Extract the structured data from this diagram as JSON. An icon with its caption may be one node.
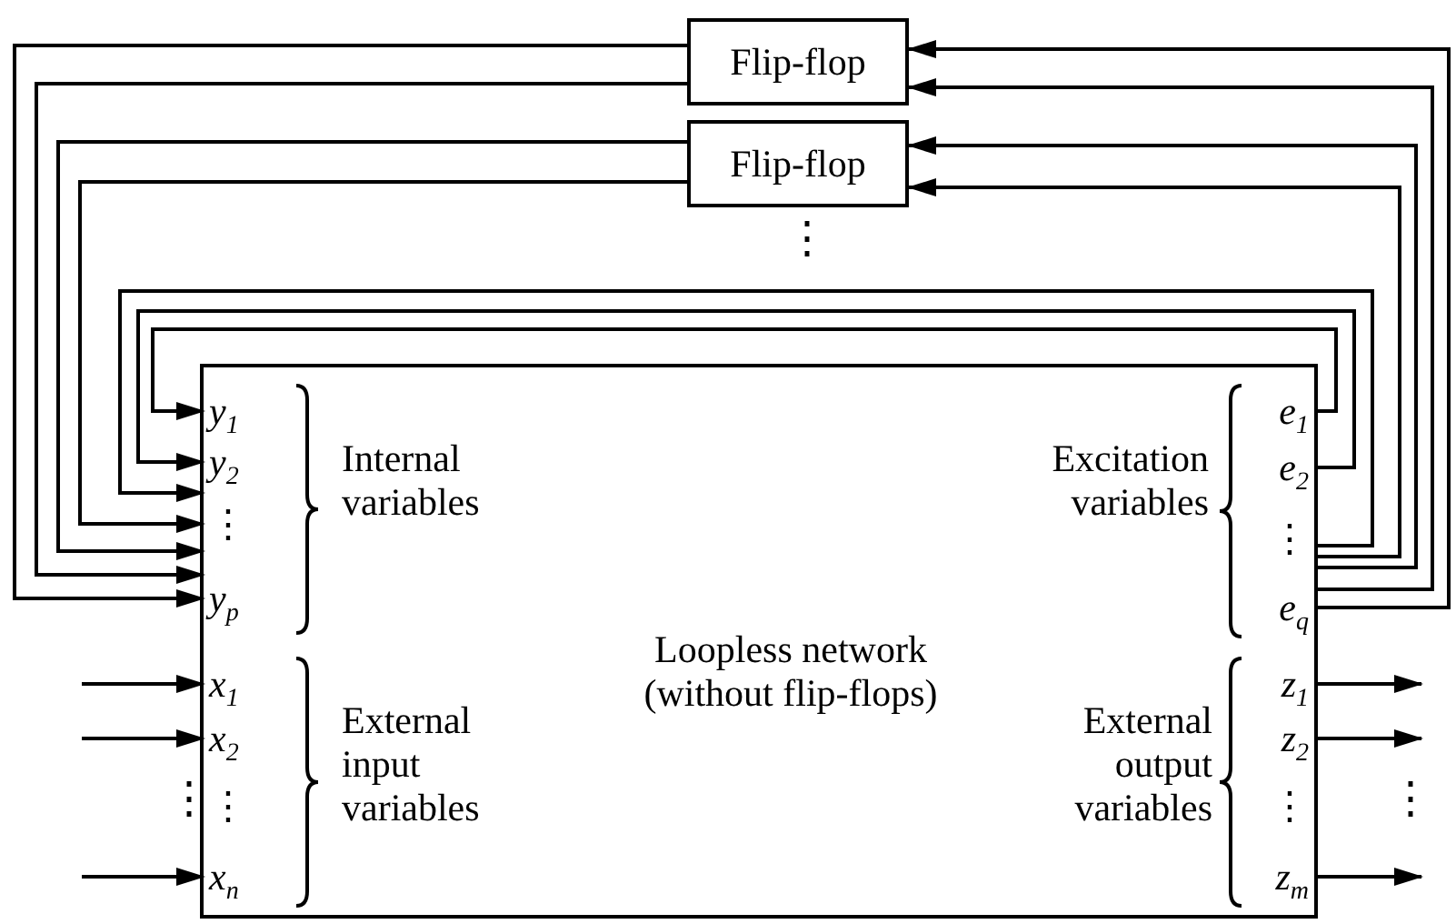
{
  "diagram": {
    "nodes": [
      {
        "text": [
          "Loopless network (without flip-flops)",
          "Internal variables",
          "External input variables",
          "Excitation variables",
          "External output variables"
        ]
      },
      {
        "text": [
          "Flip-flop"
        ]
      },
      {
        "text": [
          "Flip-flop"
        ]
      },
      {
        "text": [
          "y$_{1}$"
        ],
        "in": 0
      },
      {
        "text": [
          "y$_{2}$"
        ],
        "in": 0
      },
      {
        "text": [
          "⋮"
        ],
        "in": 0
      },
      {
        "text": [
          "y$_{p}$"
        ],
        "in": 0
      },
      {
        "text": [
          "x$_{1}$"
        ],
        "in": 0
      },
      {
        "text": [
          "x$_{2}$"
        ],
        "in": 0
      },
      {
        "text": [
          "⋮"
        ],
        "in": 0
      },
      {
        "text": [
          "x$_{n}$"
        ],
        "in": 0
      },
      {
        "text": [
          "e$_{1}$"
        ],
        "in": 0
      },
      {
        "text": [
          "e$_{2}$"
        ],
        "in": 0
      },
      {
        "text": [
          "⋮"
        ],
        "in": 0
      },
      {
        "text": [
          "e$_{q}$"
        ],
        "in": 0
      },
      {
        "text": [
          "z$_{1}$"
        ],
        "in": 0
      },
      {
        "text": [
          "z$_{2}$"
        ],
        "in": 0
      },
      {
        "text": [
          "⋮"
        ],
        "in": 0
      },
      {
        "text": [
          "z$_{m}$"
        ],
        "in": 0
      }
    ],
    "edges": [
      {
        "from": 1,
        "to": 6,
        "arrow": "to"
      },
      {
        "from": 1,
        "to": 6,
        "arrow": "to"
      },
      {
        "from": 2,
        "to": 5,
        "arrow": "to"
      },
      {
        "from": 2,
        "to": 5,
        "arrow": "to"
      },
      {
        "from": 11,
        "to": 3,
        "arrow": "to"
      },
      {
        "from": 12,
        "to": 4,
        "arrow": "to"
      },
      {
        "from": 13,
        "to": 5,
        "arrow": "to"
      },
      {
        "from": 14,
        "to": 1,
        "arrow": "to"
      },
      {
        "from": 14,
        "to": 1,
        "arrow": "to"
      },
      {
        "from": 13,
        "to": 2,
        "arrow": "to"
      },
      {
        "from": 13,
        "to": 2,
        "arrow": "to"
      },
      {
        "from": null,
        "to": 7,
        "arrow": "to"
      },
      {
        "from": null,
        "to": 8,
        "arrow": "to"
      },
      {
        "from": null,
        "to": 10,
        "arrow": "to"
      },
      {
        "from": 15,
        "to": null,
        "arrow": "to"
      },
      {
        "from": 16,
        "to": null,
        "arrow": "to"
      },
      {
        "from": 18,
        "to": null,
        "arrow": "to"
      }
    ],
    "labels": [
      "⋮",
      "⋮",
      "⋮"
    ]
  }
}
